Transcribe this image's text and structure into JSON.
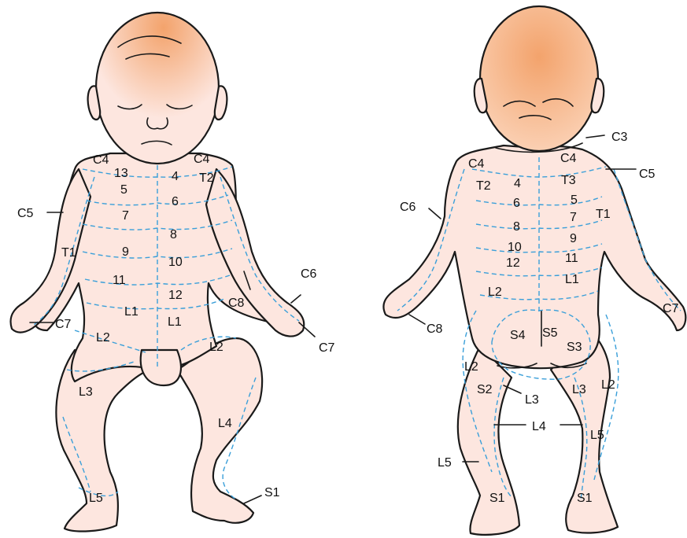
{
  "colors": {
    "skin": "#fde6df",
    "hair": "#f3a36c",
    "outline": "#1a1a1a",
    "dermatome_line": "#3a9fd9"
  },
  "front_labels": [
    "C4",
    "C4",
    "13",
    "4",
    "T2",
    "5",
    "6",
    "C5",
    "7",
    "8",
    "T1",
    "9",
    "10",
    "11",
    "12",
    "C6",
    "C8",
    "L1",
    "L1",
    "C7",
    "L2",
    "L2",
    "C7",
    "L3",
    "L4",
    "L5",
    "S1"
  ],
  "back_labels": [
    "C3",
    "C4",
    "C4",
    "C5",
    "T2",
    "4",
    "T3",
    "C6",
    "6",
    "5",
    "7",
    "T1",
    "8",
    "9",
    "10",
    "11",
    "12",
    "L1",
    "L2",
    "C7",
    "S4",
    "S5",
    "C8",
    "S3",
    "L2",
    "S2",
    "L3",
    "L3",
    "L2",
    "L4",
    "L5",
    "L5",
    "S1",
    "S1"
  ]
}
